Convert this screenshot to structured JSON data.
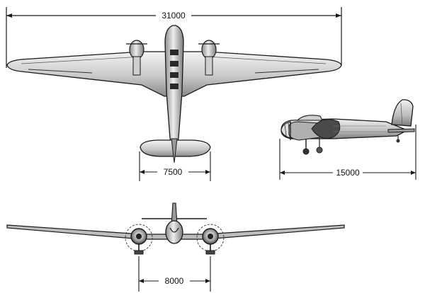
{
  "dimensions": {
    "wingspan": "31000",
    "tailplane_span": "7500",
    "fuselage_length": "15000",
    "main_gear_track": "8000"
  },
  "colors": {
    "ink": "#1a1a1a",
    "metal_light": "#e8e8e8",
    "metal_mid": "#bdbdbd",
    "metal_dark": "#6e6e6e",
    "paper": "#ffffff"
  }
}
